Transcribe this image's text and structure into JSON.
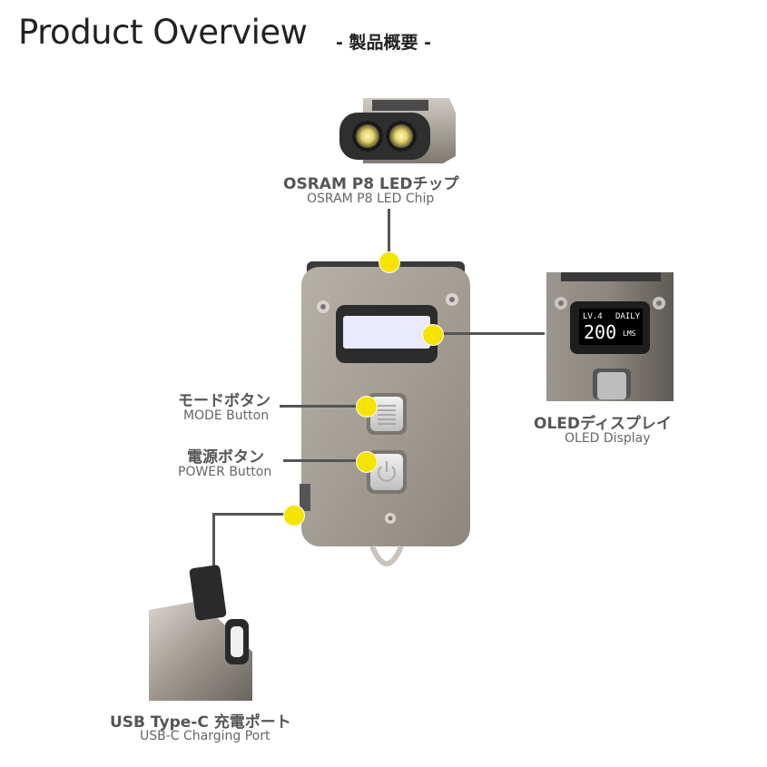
{
  "header": {
    "title": "Product Overview",
    "subtitle": "- 製品概要 -"
  },
  "callouts": {
    "led": {
      "jp": "OSRAM P8 LEDチップ",
      "en": "OSRAM P8 LED Chip"
    },
    "oled": {
      "jp": "OLEDディスプレイ",
      "en": "OLED Display"
    },
    "mode": {
      "jp": "モードボタン",
      "en": "MODE Button"
    },
    "power": {
      "jp": "電源ボタン",
      "en": "POWER Button"
    },
    "usb": {
      "jp": "USB Type-C 充電ポート",
      "en": "USB-C Charging Port"
    }
  },
  "oled_screen": {
    "level": "LV.4",
    "mode": "DAILY",
    "value": "200",
    "unit": "LMS"
  },
  "colors": {
    "dot": "#f5e400",
    "body": "#a39d94",
    "line": "#555555"
  }
}
